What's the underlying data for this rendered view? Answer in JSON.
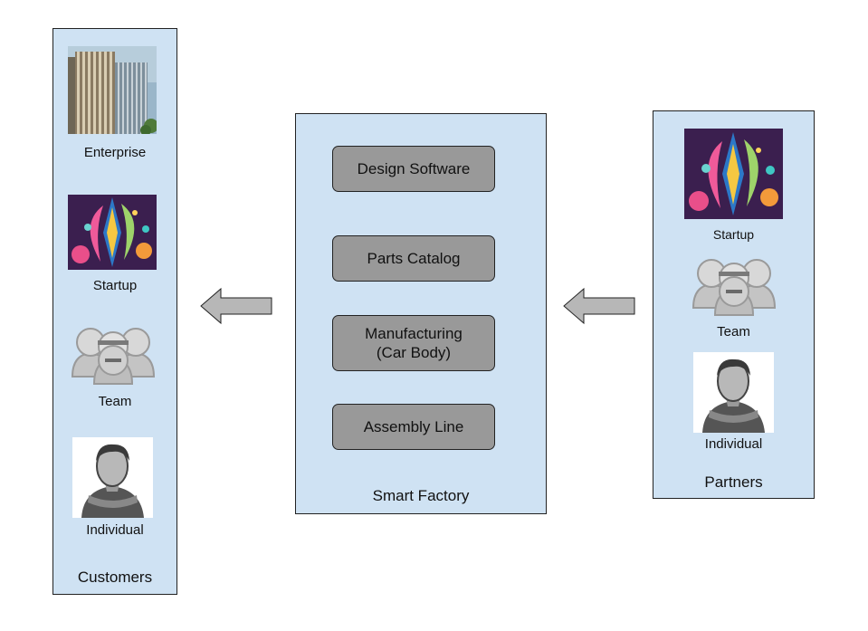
{
  "customers": {
    "title": "Customers",
    "items": [
      {
        "label": "Enterprise",
        "icon": "office-building-photo"
      },
      {
        "label": "Startup",
        "icon": "startup-abstract-art"
      },
      {
        "label": "Team",
        "icon": "team-people-icon"
      },
      {
        "label": "Individual",
        "icon": "person-icon"
      }
    ]
  },
  "factory": {
    "title": "Smart Factory",
    "steps": [
      "Design Software",
      "Parts Catalog",
      "Manufacturing\n(Car Body)",
      "Assembly Line"
    ]
  },
  "partners": {
    "title": "Partners",
    "items": [
      {
        "label": "Startup",
        "icon": "startup-abstract-art"
      },
      {
        "label": "Team",
        "icon": "team-people-icon"
      },
      {
        "label": "Individual",
        "icon": "person-icon"
      }
    ]
  },
  "colors": {
    "panel_fill": "#cfe2f3",
    "process_fill": "#999999",
    "arrow_fill": "#b7b7b7",
    "border": "#222222"
  }
}
